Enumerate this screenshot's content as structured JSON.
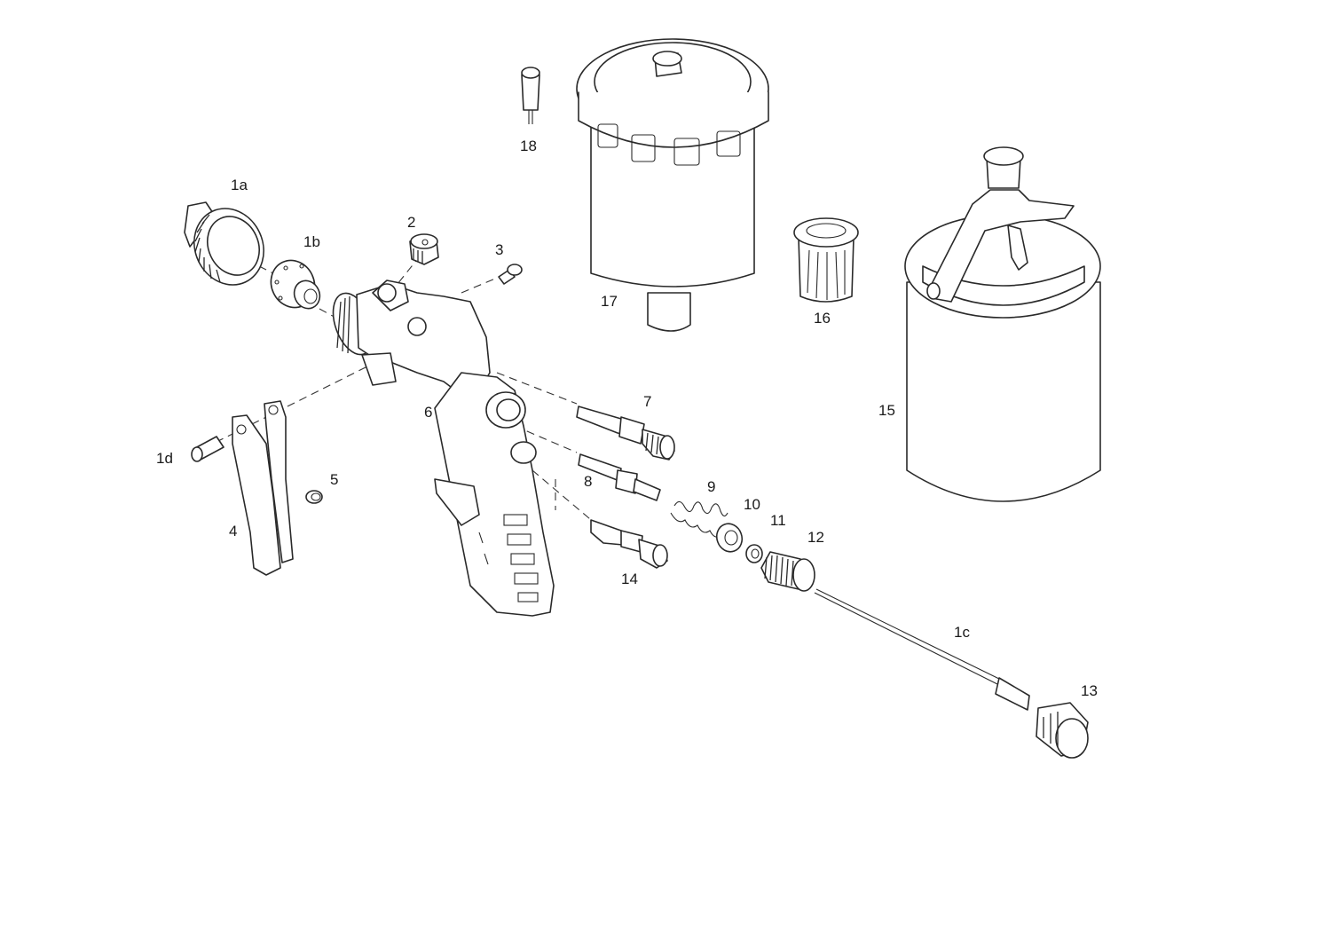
{
  "labels": {
    "p1a": "1a",
    "p1b": "1b",
    "p1c": "1c",
    "p1d": "1d",
    "p2": "2",
    "p3": "3",
    "p4": "4",
    "p5": "5",
    "p6": "6",
    "p7": "7",
    "p8": "8",
    "p9": "9",
    "p10": "10",
    "p11": "11",
    "p12": "12",
    "p13": "13",
    "p14": "14",
    "p15": "15",
    "p16": "16",
    "p17": "17",
    "p18": "18"
  },
  "colors": {
    "line": "#2a2a2a",
    "background": "#ffffff"
  }
}
